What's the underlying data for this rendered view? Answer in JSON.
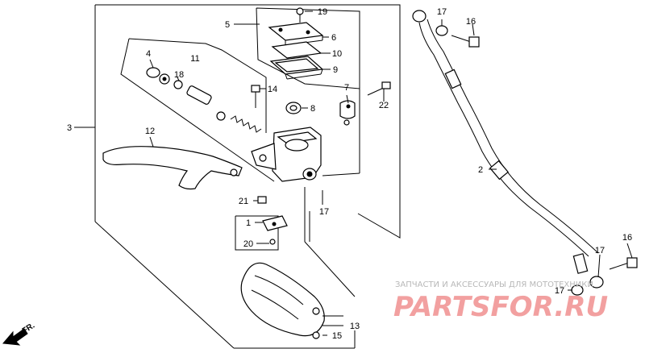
{
  "callouts": [
    {
      "id": "c1",
      "label": "1"
    },
    {
      "id": "c2",
      "label": "2"
    },
    {
      "id": "c3",
      "label": "3"
    },
    {
      "id": "c4",
      "label": "4"
    },
    {
      "id": "c5",
      "label": "5"
    },
    {
      "id": "c6",
      "label": "6"
    },
    {
      "id": "c7",
      "label": "7"
    },
    {
      "id": "c8",
      "label": "8"
    },
    {
      "id": "c9",
      "label": "9"
    },
    {
      "id": "c10",
      "label": "10"
    },
    {
      "id": "c11",
      "label": "11"
    },
    {
      "id": "c12",
      "label": "12"
    },
    {
      "id": "c13",
      "label": "13"
    },
    {
      "id": "c14",
      "label": "14"
    },
    {
      "id": "c15",
      "label": "15"
    },
    {
      "id": "c16a",
      "label": "16"
    },
    {
      "id": "c16b",
      "label": "16"
    },
    {
      "id": "c17a",
      "label": "17"
    },
    {
      "id": "c17b",
      "label": "17"
    },
    {
      "id": "c17c",
      "label": "17"
    },
    {
      "id": "c18",
      "label": "18"
    },
    {
      "id": "c19",
      "label": "19"
    },
    {
      "id": "c20",
      "label": "20"
    },
    {
      "id": "c21",
      "label": "21"
    },
    {
      "id": "c22",
      "label": "22"
    }
  ],
  "direction_label": "FR.",
  "watermark": {
    "subtitle": "ЗАПЧАСТИ И АКСЕССУАРЫ ДЛЯ МОТОТЕХНИКИ",
    "brand": "PARTSFOR.RU"
  }
}
